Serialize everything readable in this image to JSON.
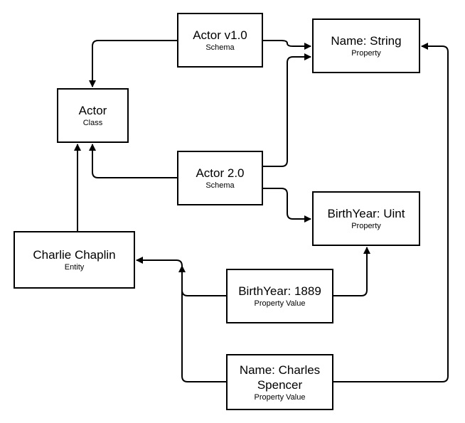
{
  "nodes": {
    "actor_v1": {
      "title": "Actor v1.0",
      "subtitle": "Schema"
    },
    "name_property": {
      "title": "Name: String",
      "subtitle": "Property"
    },
    "actor_class": {
      "title": "Actor",
      "subtitle": "Class"
    },
    "actor_2": {
      "title": "Actor 2.0",
      "subtitle": "Schema"
    },
    "birthyear_property": {
      "title": "BirthYear: Uint",
      "subtitle": "Property"
    },
    "charlie_chaplin": {
      "title": "Charlie Chaplin",
      "subtitle": "Entity"
    },
    "birthyear_value": {
      "title": "BirthYear: 1889",
      "subtitle": "Property Value"
    },
    "name_value": {
      "title": "Name: Charles Spencer",
      "subtitle": "Property Value"
    }
  },
  "edges": [
    {
      "from": "Actor v1.0",
      "to": "Actor"
    },
    {
      "from": "Actor v1.0",
      "to": "Name: String"
    },
    {
      "from": "Actor 2.0",
      "to": "Actor"
    },
    {
      "from": "Actor 2.0",
      "to": "Name: String"
    },
    {
      "from": "Actor 2.0",
      "to": "BirthYear: Uint"
    },
    {
      "from": "Charlie Chaplin",
      "to": "Actor"
    },
    {
      "from": "BirthYear: 1889",
      "to": "Charlie Chaplin"
    },
    {
      "from": "BirthYear: 1889",
      "to": "BirthYear: Uint"
    },
    {
      "from": "Name: Charles Spencer",
      "to": "Charlie Chaplin"
    },
    {
      "from": "Name: Charles Spencer",
      "to": "Name: String"
    }
  ],
  "colors": {
    "line": "#000000",
    "box_border": "#000000",
    "background": "#ffffff"
  }
}
